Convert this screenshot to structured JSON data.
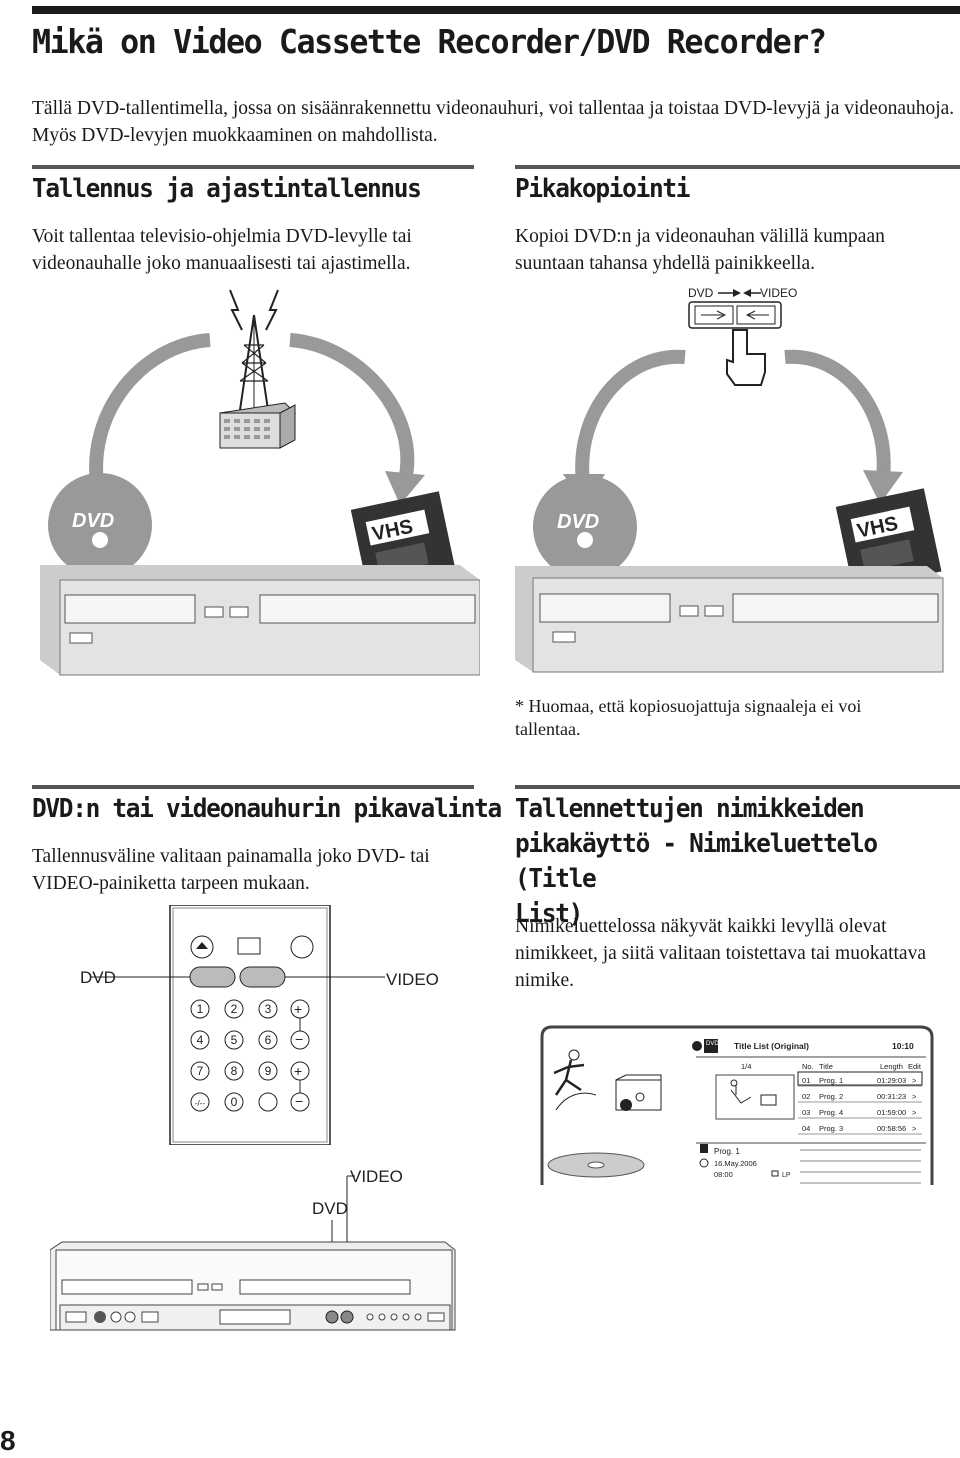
{
  "page_title": "Mikä on Video Cassette Recorder/DVD Recorder?",
  "intro": "Tällä DVD-tallentimella, jossa on sisäänrakennettu videonauhuri, voi tallentaa ja toistaa DVD-levyjä ja videonauhoja. Myös DVD-levyjen muokkaaminen on mahdollista.",
  "sections": {
    "recording": {
      "title": "Tallennus ja ajastintallennus",
      "body": "Voit tallentaa televisio-ohjelmia DVD-levylle tai videonauhalle joko manuaalisesti tai ajastimella."
    },
    "dubbing": {
      "title": "Pikakopiointi",
      "body": "Kopioi DVD:n ja videonauhan välillä kumpaan suuntaan tahansa yhdellä painikkeella.",
      "note": "* Huomaa, että kopiosuojattuja signaaleja ei voi tallentaa.",
      "button_dvd": "DVD",
      "button_video": "VIDEO"
    },
    "selection": {
      "title": "DVD:n tai videonauhurin pikavalinta",
      "body": "Tallennusväline valitaan painamalla joko DVD- tai VIDEO-painiketta tarpeen mukaan.",
      "remote_dvd": "DVD",
      "remote_video": "VIDEO",
      "deck_dvd": "DVD",
      "deck_video": "VIDEO",
      "keys": [
        "1",
        "2",
        "3",
        "4",
        "5",
        "6",
        "7",
        "8",
        "9",
        "-/--",
        "0"
      ]
    },
    "title_list": {
      "title_line1": "Tallennettujen nimikkeiden",
      "title_line2": "pikakäyttö - Nimikeluettelo (Title",
      "title_line3": "List)",
      "body": "Nimikeluettelossa näkyvät kaikki levyllä olevat nimikkeet, ja siitä valitaan toistettava tai muokattava nimike."
    }
  },
  "screen": {
    "badge": "DVD -RW",
    "header": "Title List (Original)",
    "clock": "10:10",
    "page": "1/4",
    "col_no": "No.",
    "col_title": "Title",
    "col_length": "Length",
    "col_edit": "Edit",
    "rows": [
      {
        "no": "01",
        "title": "Prog. 1",
        "length": "01:29:03",
        "edit": ">"
      },
      {
        "no": "02",
        "title": "Prog. 2",
        "length": "00:31:23",
        "edit": ">"
      },
      {
        "no": "03",
        "title": "Prog. 4",
        "length": "01:59:00",
        "edit": ">"
      },
      {
        "no": "04",
        "title": "Prog. 3",
        "length": "00:58:56",
        "edit": ">"
      }
    ],
    "info_title": "Prog. 1",
    "info_date": "16.May.2006",
    "info_time": "08:00",
    "info_mode": "LP"
  },
  "page_number": "8"
}
